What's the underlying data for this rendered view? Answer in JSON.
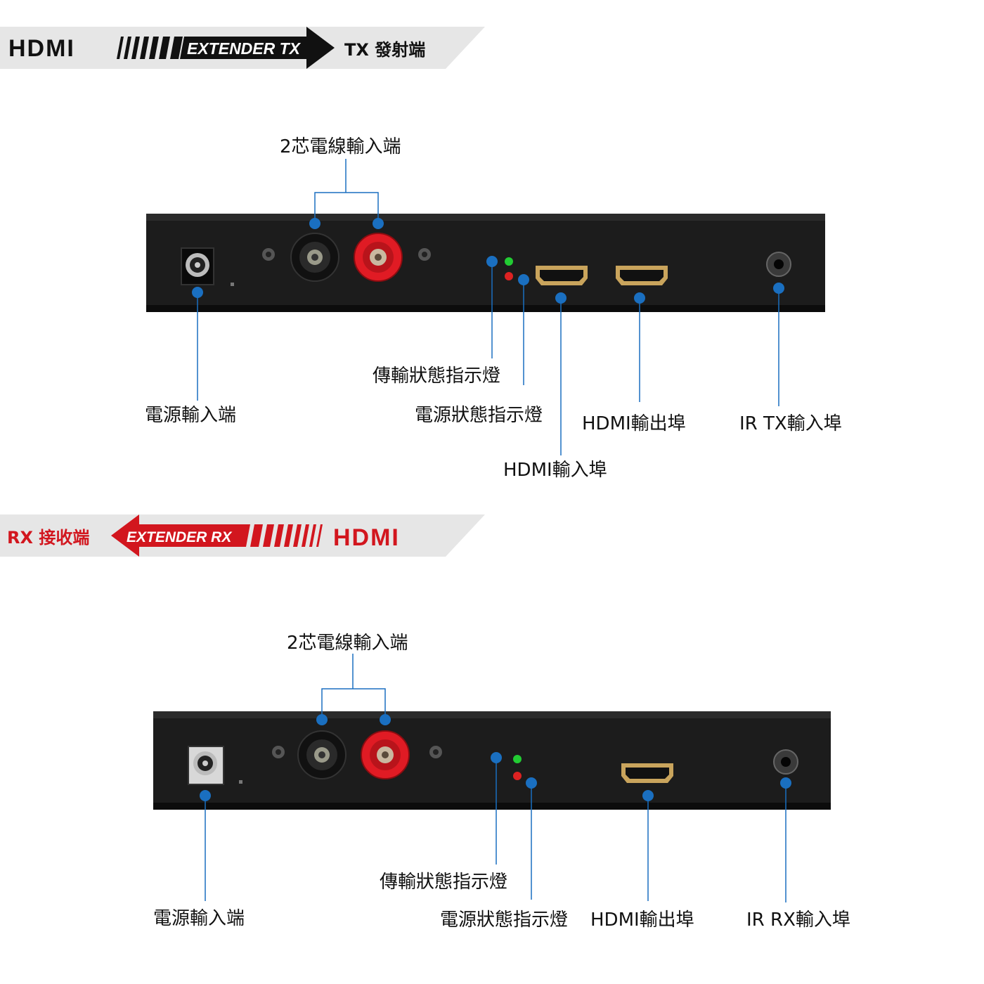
{
  "colors": {
    "banner_bg": "#e6e6e6",
    "tx_arrow": "#111111",
    "rx_arrow": "#d2161e",
    "rx_accent": "#d2161e",
    "callout_dot": "#1a6fc0",
    "callout_line": "#1a6fc0",
    "panel": "#1c1c1c",
    "binding_red": "#e01b24",
    "led_green": "#22cc33",
    "led_red": "#dd2222"
  },
  "tx": {
    "banner": {
      "logo": "HDMI",
      "arrow_text": "EXTENDER TX",
      "title": "TX  發射端"
    },
    "labels": {
      "twin_wire_input": "2芯電線輸入端",
      "power_input": "電源輸入端",
      "transmission_led": "傳輸狀態指示燈",
      "power_led": "電源狀態指示燈",
      "hdmi_output": "HDMI輸出埠",
      "hdmi_input": "HDMI輸入埠",
      "ir_port": "IR TX輸入埠"
    }
  },
  "rx": {
    "banner": {
      "title": "RX  接收端",
      "arrow_text": "EXTENDER RX",
      "logo": "HDMI"
    },
    "labels": {
      "twin_wire_input": "2芯電線輸入端",
      "power_input": "電源輸入端",
      "transmission_led": "傳輸狀態指示燈",
      "power_led": "電源狀態指示燈",
      "hdmi_output": "HDMI輸出埠",
      "ir_port": "IR RX輸入埠"
    }
  }
}
